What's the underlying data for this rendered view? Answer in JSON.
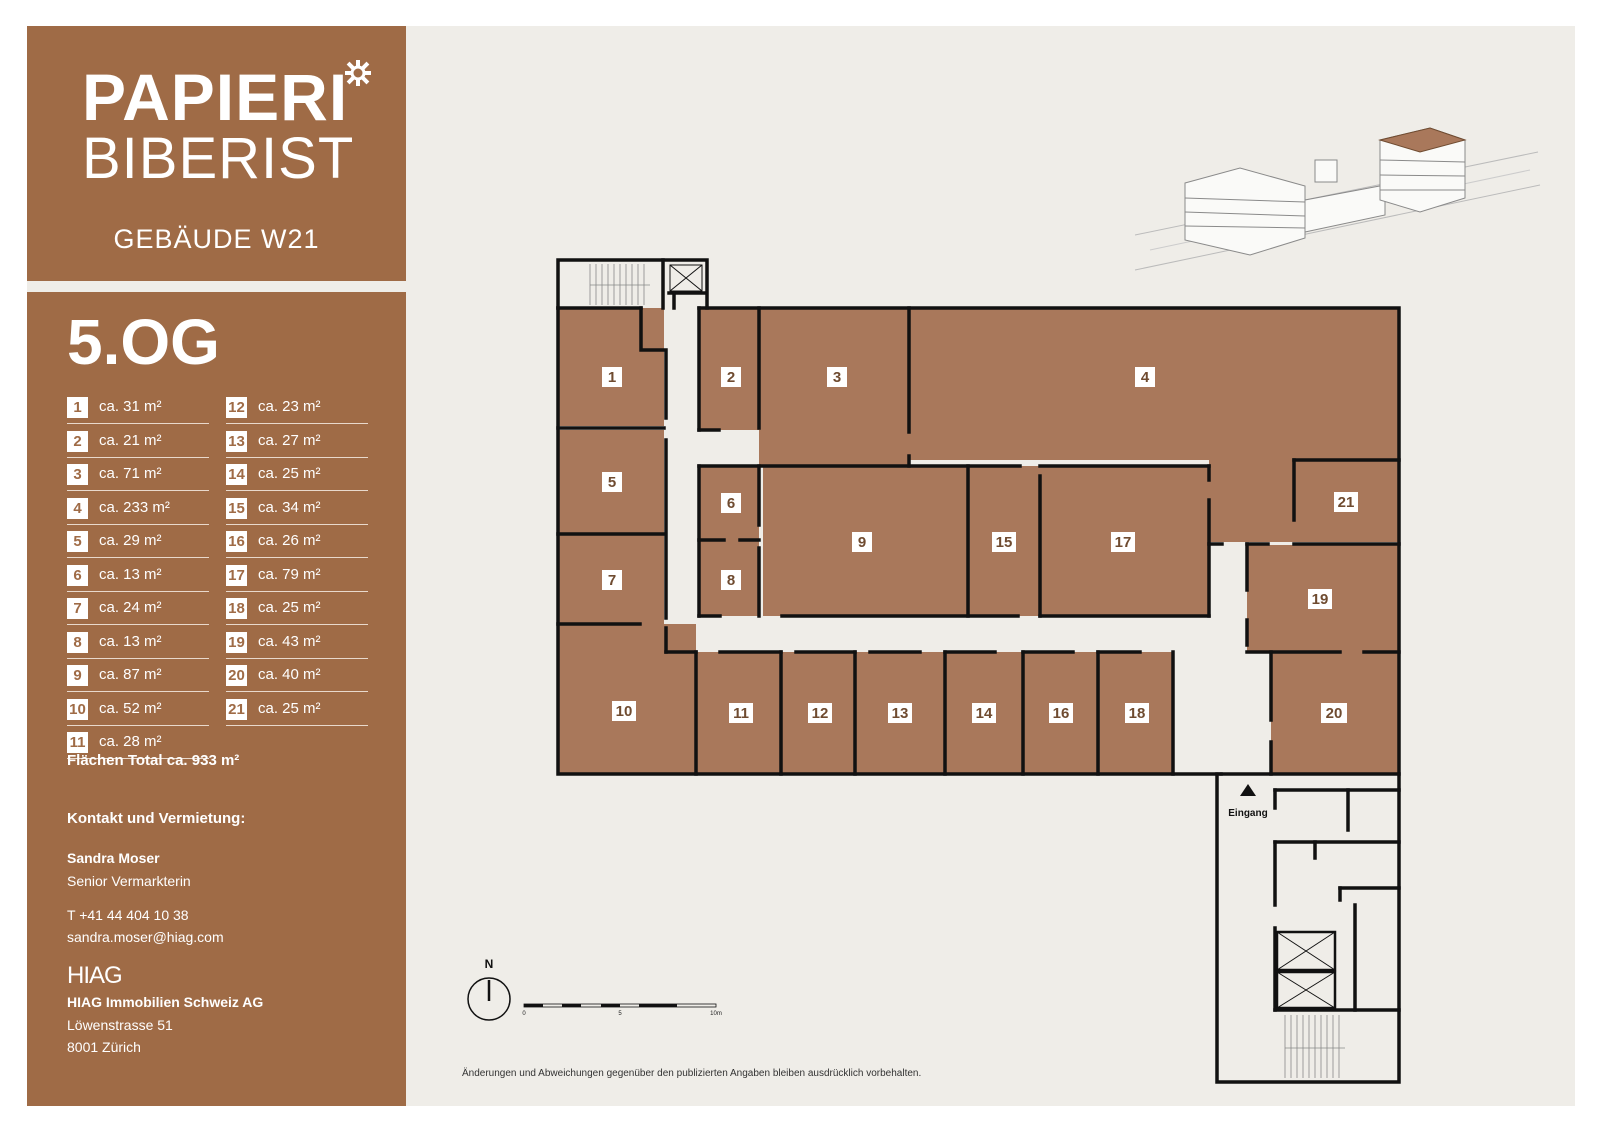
{
  "brand": {
    "title": "PAPIERI",
    "subtitle": "BIBERIST",
    "building": "GEBÄUDE W21"
  },
  "floor": "5.OG",
  "areas_left": [
    {
      "no": "1",
      "area": "ca. 31 m²"
    },
    {
      "no": "2",
      "area": "ca. 21 m²"
    },
    {
      "no": "3",
      "area": "ca. 71 m²"
    },
    {
      "no": "4",
      "area": "ca. 233 m²"
    },
    {
      "no": "5",
      "area": "ca. 29 m²"
    },
    {
      "no": "6",
      "area": "ca. 13 m²"
    },
    {
      "no": "7",
      "area": "ca. 24 m²"
    },
    {
      "no": "8",
      "area": "ca. 13 m²"
    },
    {
      "no": "9",
      "area": "ca. 87 m²"
    },
    {
      "no": "10",
      "area": "ca. 52 m²"
    },
    {
      "no": "11",
      "area": "ca. 28 m²"
    }
  ],
  "areas_right": [
    {
      "no": "12",
      "area": "ca. 23 m²"
    },
    {
      "no": "13",
      "area": "ca. 27 m²"
    },
    {
      "no": "14",
      "area": "ca. 25 m²"
    },
    {
      "no": "15",
      "area": "ca. 34 m²"
    },
    {
      "no": "16",
      "area": "ca. 26 m²"
    },
    {
      "no": "17",
      "area": "ca. 79 m²"
    },
    {
      "no": "18",
      "area": "ca. 25 m²"
    },
    {
      "no": "19",
      "area": "ca. 43 m²"
    },
    {
      "no": "20",
      "area": "ca. 40 m²"
    },
    {
      "no": "21",
      "area": "ca. 25 m²"
    }
  ],
  "total": "Flächen Total ca. 933 m²",
  "contact": {
    "heading": "Kontakt und Vermietung:",
    "name": "Sandra Moser",
    "role": "Senior Vermarkterin",
    "phone": "T +41 44 404 10 38",
    "email": "sandra.moser@hiag.com"
  },
  "company": {
    "logo": "HIAG",
    "name": "HIAG Immobilien Schweiz AG",
    "street": "Löwenstrasse 51",
    "city": "8001 Zürich"
  },
  "plan": {
    "entrance": "Eingang",
    "north": "N",
    "scale": [
      "0",
      "5",
      "10m"
    ],
    "rooms": [
      "1",
      "2",
      "3",
      "4",
      "5",
      "6",
      "7",
      "8",
      "9",
      "10",
      "11",
      "12",
      "13",
      "14",
      "15",
      "16",
      "17",
      "18",
      "19",
      "20",
      "21"
    ]
  },
  "disclaimer": "Änderungen und Abweichungen gegenüber den publizierten Angaben bleiben ausdrücklich vorbehalten.",
  "colors": {
    "brand_brown": "#9f6b46",
    "room_fill": "#a9785b",
    "wall": "#111111",
    "paper": "#efede8"
  }
}
